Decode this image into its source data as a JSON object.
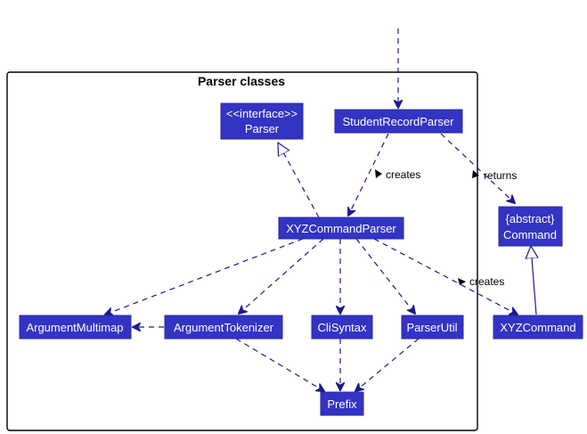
{
  "package": {
    "title": "Parser classes"
  },
  "colors": {
    "node_fill": "#3333c4",
    "edge": "#1a1a8c"
  },
  "nodes": {
    "parser_interface": {
      "stereotype": "<<interface>>",
      "name": "Parser"
    },
    "student_record_parser": {
      "name": "StudentRecordParser"
    },
    "xyz_command_parser": {
      "name": "XYZCommandParser"
    },
    "abstract_command": {
      "stereotype": "{abstract}",
      "name": "Command"
    },
    "argument_multimap": {
      "name": "ArgumentMultimap"
    },
    "argument_tokenizer": {
      "name": "ArgumentTokenizer"
    },
    "cli_syntax": {
      "name": "CliSyntax"
    },
    "parser_util": {
      "name": "ParserUtil"
    },
    "xyz_command": {
      "name": "XYZCommand"
    },
    "prefix": {
      "name": "Prefix"
    }
  },
  "edge_labels": {
    "creates_parser": "creates",
    "returns": "returns",
    "creates_command": "creates"
  }
}
